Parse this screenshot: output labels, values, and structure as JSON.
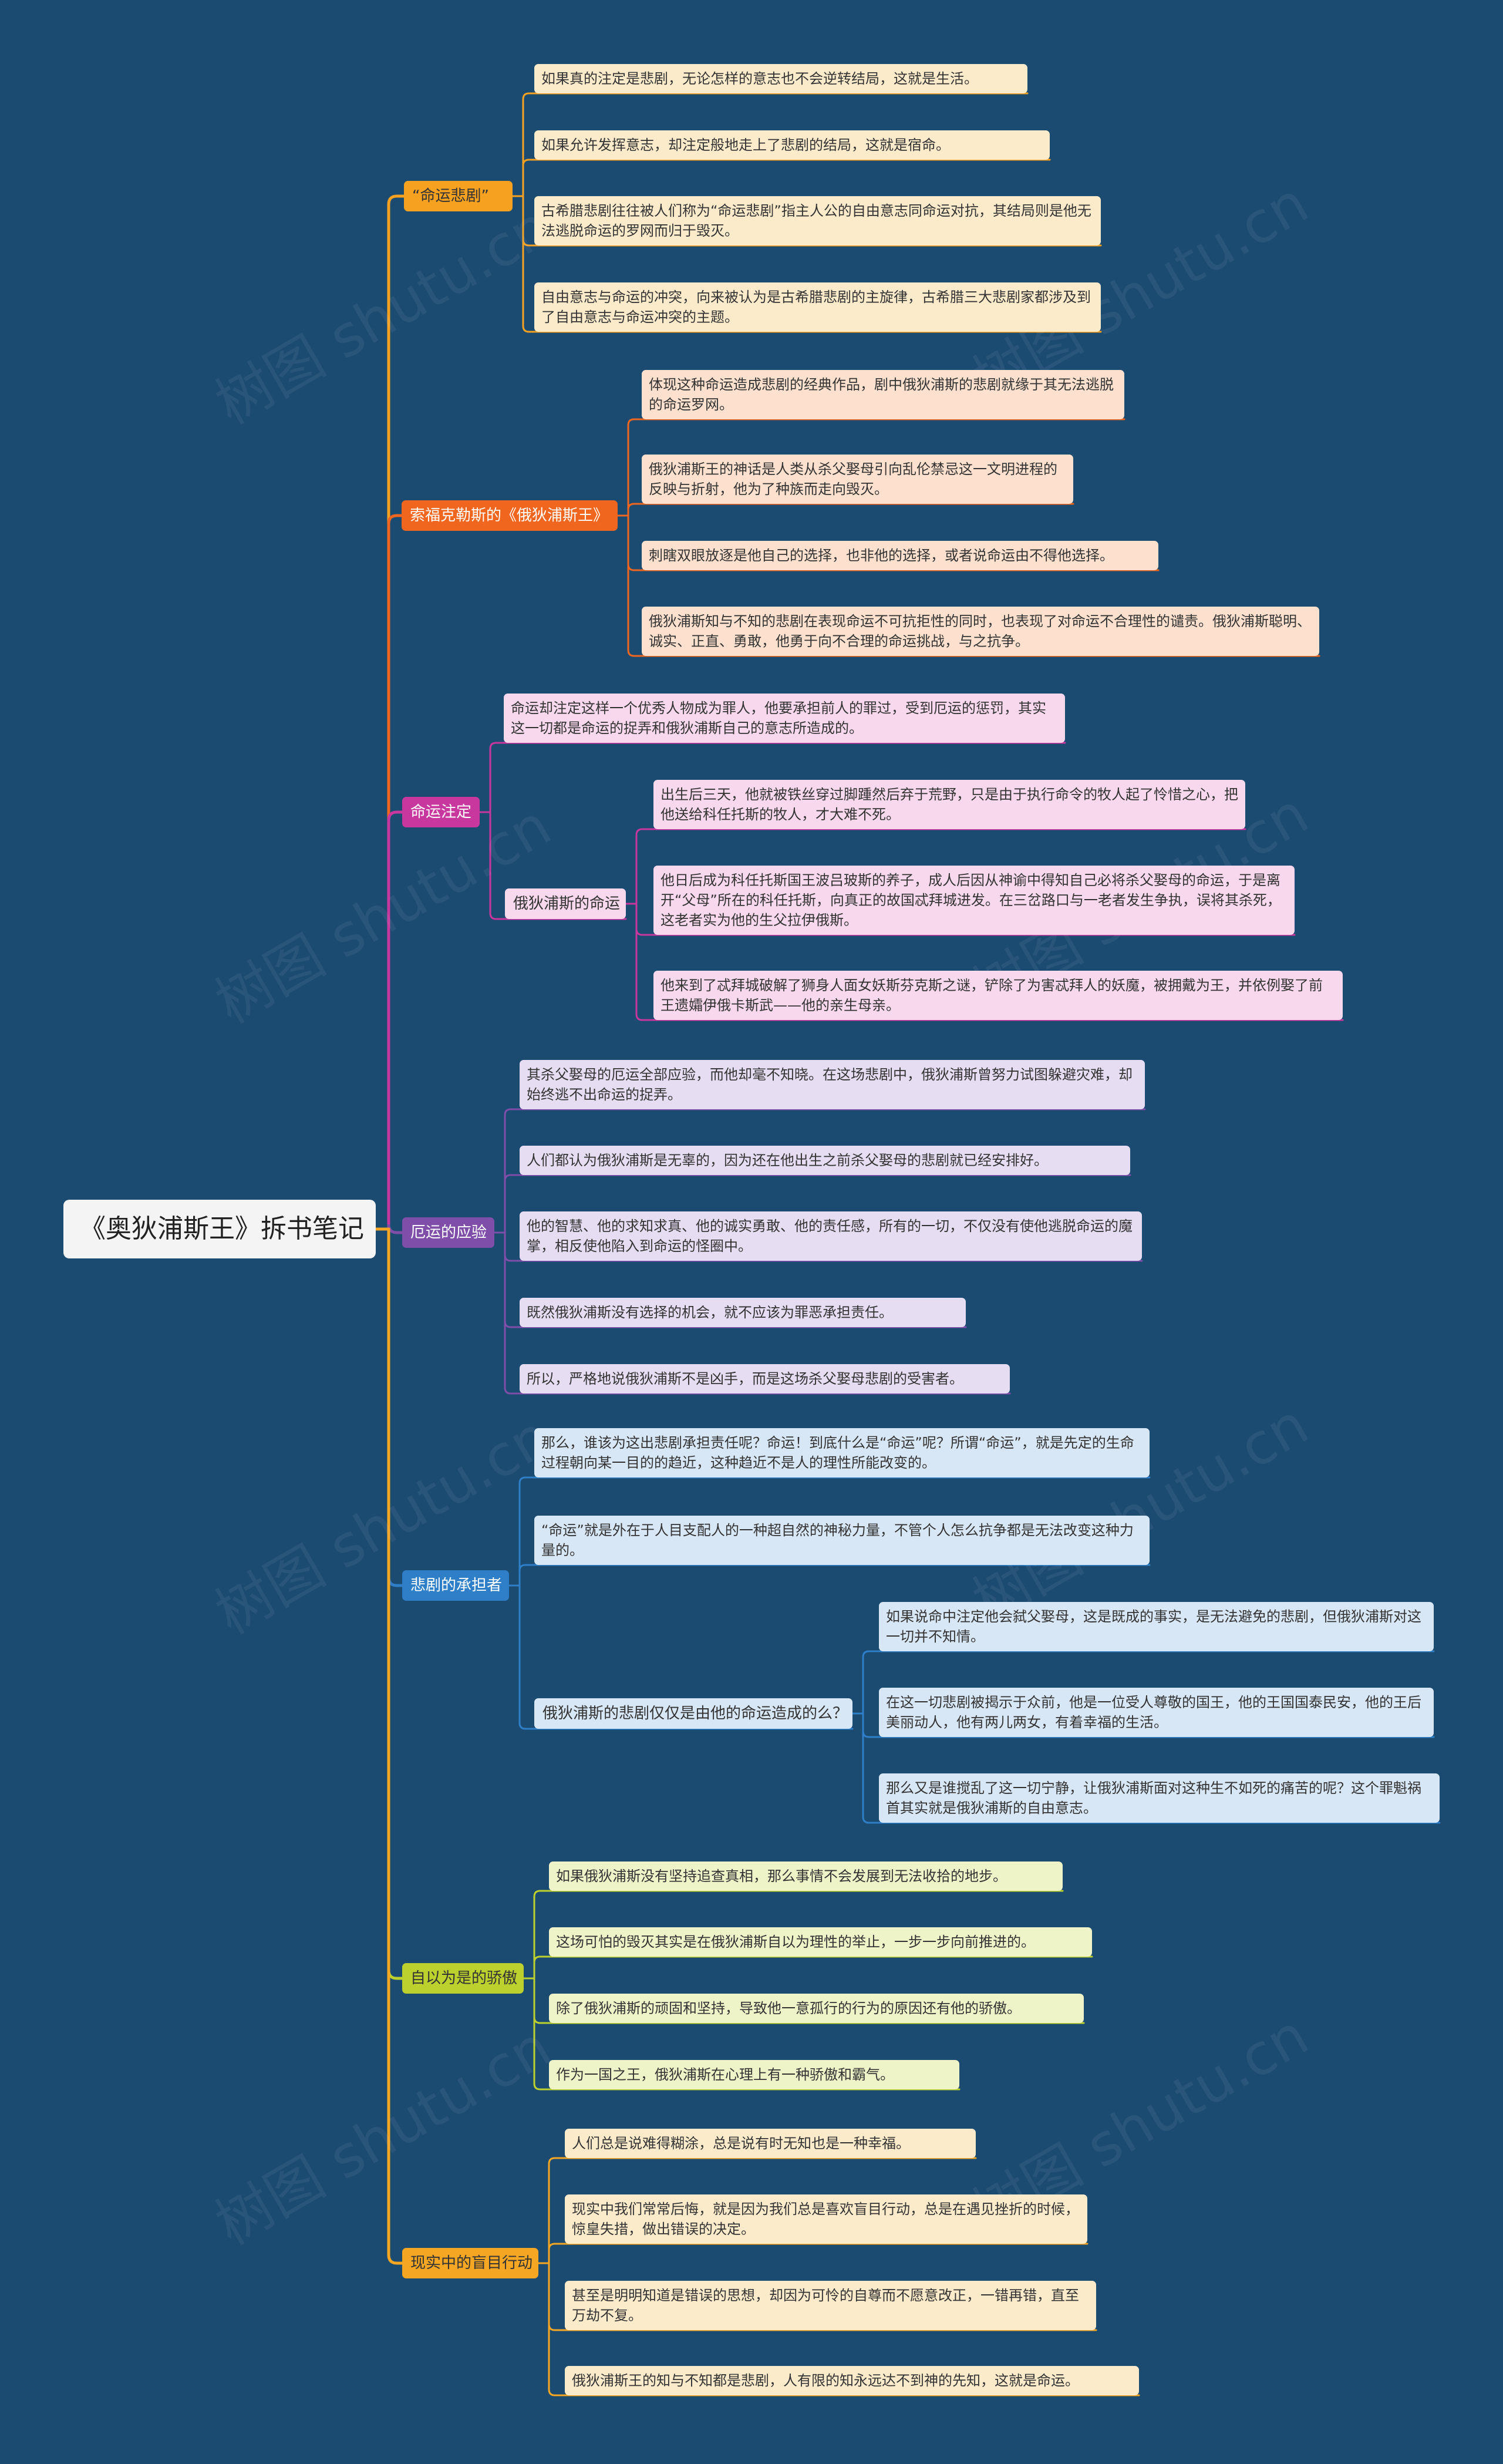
{
  "root": {
    "title": "《奥狄浦斯王》拆书笔记"
  },
  "watermark": "树图 shutu.cn",
  "branches": [
    {
      "label": "“命运悲剧”",
      "color": "#f6a120",
      "text_color": "#333333",
      "leaf_bg": "#fcebcb",
      "leaves": [
        "如果真的注定是悲剧，无论怎样的意志也不会逆转结局，这就是生活。",
        "如果允许发挥意志，却注定般地走上了悲剧的结局，这就是宿命。",
        "古希腊悲剧往往被人们称为“命运悲剧”指主人公的自由意志同命运对抗，其结局则是他无法逃脱命运的罗网而归于毁灭。",
        "自由意志与命运的冲突，向来被认为是古希腊悲剧的主旋律，古希腊三大悲剧家都涉及到了自由意志与命运冲突的主题。"
      ]
    },
    {
      "label": "索福克勒斯的《俄狄浦斯王》",
      "color": "#f0661f",
      "text_color": "#ffffff",
      "leaf_bg": "#fde0cd",
      "leaves": [
        "体现这种命运造成悲剧的经典作品，剧中俄狄浦斯的悲剧就缘于其无法逃脱的命运罗网。",
        "俄狄浦斯王的神话是人类从杀父娶母引向乱伦禁忌这一文明进程的反映与折射，他为了种族而走向毁灭。",
        "刺瞎双眼放逐是他自己的选择，也非他的选择，或者说命运由不得他选择。",
        "俄狄浦斯知与不知的悲剧在表现命运不可抗拒性的同时，也表现了对命运不合理性的谴责。俄狄浦斯聪明、诚实、正直、勇敢，他勇于向不合理的命运挑战，与之抗争。"
      ]
    },
    {
      "label": "命运注定",
      "color": "#c7379d",
      "text_color": "#ffffff",
      "leaf_bg": "#f7d8ec",
      "leaves": [
        "命运却注定这样一个优秀人物成为罪人，他要承担前人的罪过，受到厄运的惩罚，其实这一切都是命运的捉弄和俄狄浦斯自己的意志所造成的。"
      ],
      "sub": {
        "label": "俄狄浦斯的命运",
        "leaves": [
          "出生后三天，他就被铁丝穿过脚踵然后弃于荒野，只是由于执行命令的牧人起了怜惜之心，把他送给科任托斯的牧人，才大难不死。",
          "他日后成为科任托斯国王波吕玻斯的养子，成人后因从神谕中得知自己必将杀父娶母的命运，于是离开“父母”所在的科任托斯，向真正的故国忒拜城进发。在三岔路口与一老者发生争执，误将其杀死，这老者实为他的生父拉伊俄斯。",
          "他来到了忒拜城破解了狮身人面女妖斯芬克斯之谜，铲除了为害忒拜人的妖魔，被拥戴为王，并依例娶了前王遗孀伊俄卡斯武——他的亲生母亲。"
        ]
      }
    },
    {
      "label": "厄运的应验",
      "color": "#7f4ea8",
      "text_color": "#ffffff",
      "leaf_bg": "#e6ddf3",
      "leaves": [
        "其杀父娶母的厄运全部应验，而他却毫不知晓。在这场悲剧中，俄狄浦斯曾努力试图躲避灾难，却始终逃不出命运的捉弄。",
        "人们都认为俄狄浦斯是无辜的，因为还在他出生之前杀父娶母的悲剧就已经安排好。",
        "他的智慧、他的求知求真、他的诚实勇敢、他的责任感，所有的一切，不仅没有使他逃脱命运的魔掌，相反使他陷入到命运的怪圈中。",
        "既然俄狄浦斯没有选择的机会，就不应该为罪恶承担责任。",
        "所以，严格地说俄狄浦斯不是凶手，而是这场杀父娶母悲剧的受害者。"
      ]
    },
    {
      "label": "悲剧的承担者",
      "color": "#2e7fc7",
      "text_color": "#ffffff",
      "leaf_bg": "#d8e7f6",
      "leaves": [
        "那么，谁该为这出悲剧承担责任呢？命运！到底什么是“命运”呢？所谓“命运”，就是先定的生命过程朝向某一目的的趋近，这种趋近不是人的理性所能改变的。",
        "“命运”就是外在于人目支配人的一种超自然的神秘力量，不管个人怎么抗争都是无法改变这种力量的。"
      ],
      "sub": {
        "label": "俄狄浦斯的悲剧仅仅是由他的命运造成的么？",
        "leaves": [
          "如果说命中注定他会弑父娶母，这是既成的事实，是无法避免的悲剧，但俄狄浦斯对这一切并不知情。",
          "在这一切悲剧被揭示于众前，他是一位受人尊敬的国王，他的王国国泰民安，他的王后美丽动人，他有两儿两女，有着幸福的生活。",
          "那么又是谁搅乱了这一切宁静，让俄狄浦斯面对这种生不如死的痛苦的呢？这个罪魁祸首其实就是俄狄浦斯的自由意志。"
        ]
      }
    },
    {
      "label": "自以为是的骄傲",
      "color": "#bcd02e",
      "text_color": "#333333",
      "leaf_bg": "#eef3c8",
      "leaves": [
        "如果俄狄浦斯没有坚持追查真相，那么事情不会发展到无法收拾的地步。",
        "这场可怕的毁灭其实是在俄狄浦斯自以为理性的举止，一步一步向前推进的。",
        "除了俄狄浦斯的顽固和坚持，导致他一意孤行的行为的原因还有他的骄傲。",
        "作为一国之王，俄狄浦斯在心理上有一种骄傲和霸气。"
      ]
    },
    {
      "label": "现实中的盲目行动",
      "color": "#f5a623",
      "text_color": "#333333",
      "leaf_bg": "#fcebcb",
      "leaves": [
        "人们总是说难得糊涂，总是说有时无知也是一种幸福。",
        "现实中我们常常后悔，就是因为我们总是喜欢盲目行动，总是在遇见挫折的时候，惊皇失措，做出错误的决定。",
        "甚至是明明知道是错误的思想，却因为可怜的自尊而不愿意改正，一错再错，直至万劫不复。",
        "俄狄浦斯王的知与不知都是悲剧，人有限的知永远达不到神的先知，这就是命运。"
      ]
    }
  ]
}
